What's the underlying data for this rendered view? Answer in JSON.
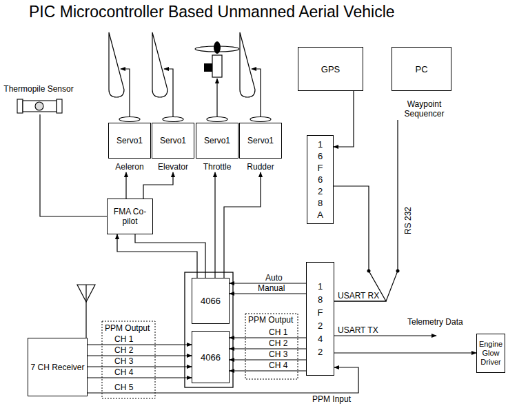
{
  "diagram": {
    "title": "PIC Microcontroller Based Unmanned Aerial Vehicle",
    "nodes": [
      {
        "text": [
          "Thermopile Sensor"
        ]
      },
      {
        "text": [
          "Servo1",
          "Aeleron"
        ]
      },
      {
        "text": [
          "Servo1",
          "Elevator"
        ]
      },
      {
        "text": [
          "Servo1",
          "Throttle"
        ]
      },
      {
        "text": [
          "Servo1",
          "Rudder"
        ]
      },
      {
        "text": [
          "GPS"
        ]
      },
      {
        "text": [
          "PC",
          "Waypoint Sequencer"
        ]
      },
      {
        "text": [
          "1 6 F 6 2 8 A"
        ]
      },
      {
        "text": [
          "FMA Co-pilot"
        ]
      },
      {
        "text": [
          "4066"
        ]
      },
      {
        "text": [
          "4066"
        ]
      },
      {
        "text": [
          "1 8 F 2 4 2"
        ]
      },
      {
        "text": [
          "7 CH Receiver"
        ]
      },
      {
        "text": [
          "Engine Glow Driver"
        ]
      }
    ],
    "edges": [
      {
        "from": 0,
        "to": 8,
        "arrow": "none"
      },
      {
        "from": 8,
        "to": 1,
        "arrow": "to"
      },
      {
        "from": 8,
        "to": 2,
        "arrow": "to"
      },
      {
        "from": 9,
        "to": 3,
        "arrow": "to"
      },
      {
        "from": 9,
        "to": 4,
        "arrow": "to"
      },
      {
        "from": 9,
        "to": 8,
        "arrow": "to"
      },
      {
        "from": 9,
        "to": 8,
        "arrow": "none"
      },
      {
        "from": 5,
        "to": 7,
        "arrow": "to"
      },
      {
        "from": 7,
        "to": 11,
        "arrow": "none"
      },
      {
        "from": 6,
        "to": 11,
        "arrow": "none",
        "label": "RS 232"
      },
      {
        "from": 11,
        "to": 9,
        "arrow": "to",
        "label": "Auto"
      },
      {
        "from": 11,
        "to": 9,
        "arrow": "to",
        "label": "Manual"
      },
      {
        "from": 11,
        "to": 10,
        "arrow": "to",
        "label": "CH 1"
      },
      {
        "from": 11,
        "to": 10,
        "arrow": "to",
        "label": "CH 2"
      },
      {
        "from": 11,
        "to": 10,
        "arrow": "to",
        "label": "CH 3"
      },
      {
        "from": 11,
        "to": 10,
        "arrow": "to",
        "label": "CH 4"
      },
      {
        "from": 12,
        "to": 10,
        "arrow": "to",
        "label": "CH 1"
      },
      {
        "from": 12,
        "to": 10,
        "arrow": "to",
        "label": "CH 2"
      },
      {
        "from": 12,
        "to": 10,
        "arrow": "to",
        "label": "CH 3"
      },
      {
        "from": 12,
        "to": 10,
        "arrow": "to",
        "label": "CH 4"
      },
      {
        "from": 12,
        "to": 11,
        "arrow": "to",
        "label": "CH 5"
      },
      {
        "from": 11,
        "to": 13,
        "arrow": "to"
      }
    ],
    "labels": [
      "PPM Output",
      "PPM Output",
      "USART RX",
      "USART TX",
      "Telemetry Data",
      "PPM Input"
    ]
  }
}
